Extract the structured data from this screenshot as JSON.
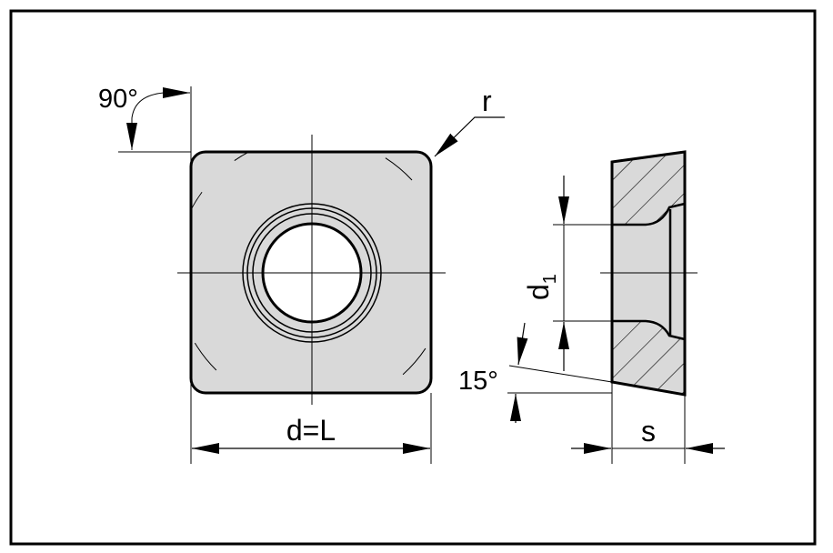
{
  "drawing": {
    "title": "Square insert dimension drawing",
    "labels": {
      "angle_90": "90°",
      "radius": "r",
      "size": "d=L",
      "hole_diameter_main": "d",
      "hole_diameter_sub": "1",
      "clearance_angle": "15°",
      "thickness": "s"
    },
    "colors": {
      "insert_fill": "#d9d9d9",
      "line": "#000000",
      "background": "#ffffff"
    }
  }
}
